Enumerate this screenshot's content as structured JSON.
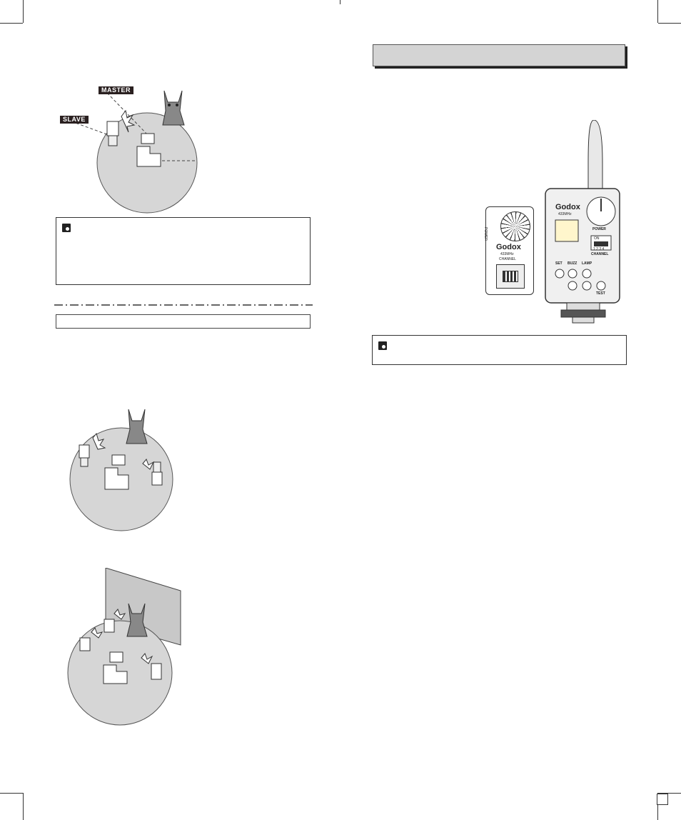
{
  "labels": {
    "master": "MASTER",
    "slave": "SLAVE"
  },
  "device": {
    "brand": "Godox",
    "frequency": "433MHz",
    "transmitter_buttons": [
      "SET",
      "BUZZ",
      "LAMP",
      "TEST"
    ],
    "power_label": "POWER",
    "channel_label": "CHANNEL",
    "dip_on": "ON",
    "dip_numbers": "1 2 3 4"
  },
  "colors": {
    "circle_fill": "#d6d6d6",
    "header_fill": "#d4d4d4",
    "label_fill": "#2a2020"
  }
}
